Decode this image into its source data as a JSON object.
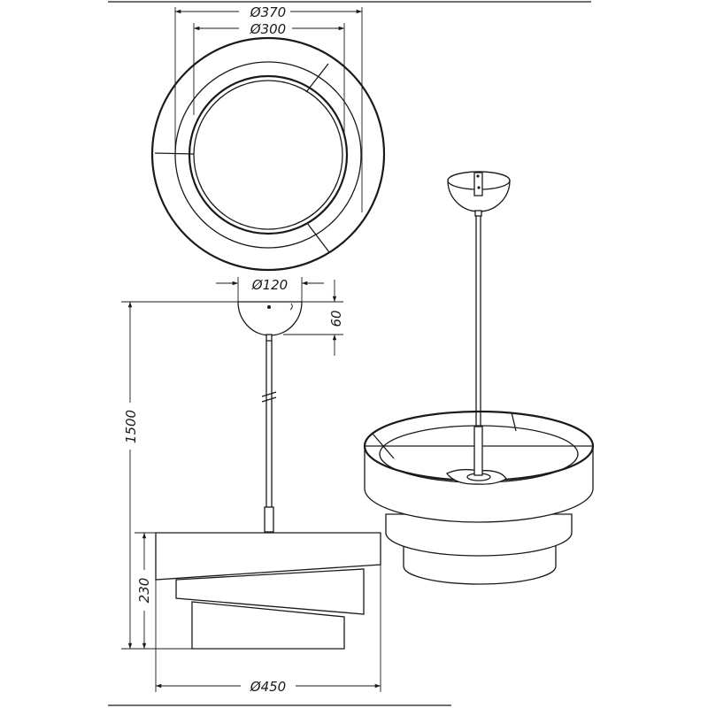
{
  "dimensions": {
    "top_outer_diameter": "Ø370",
    "top_inner_diameter": "Ø300",
    "canopy_diameter": "Ø120",
    "canopy_height": "60",
    "total_height": "1500",
    "shade_height": "230",
    "shade_diameter": "Ø450"
  },
  "colors": {
    "line": "#1a1a1a",
    "background": "#ffffff"
  }
}
